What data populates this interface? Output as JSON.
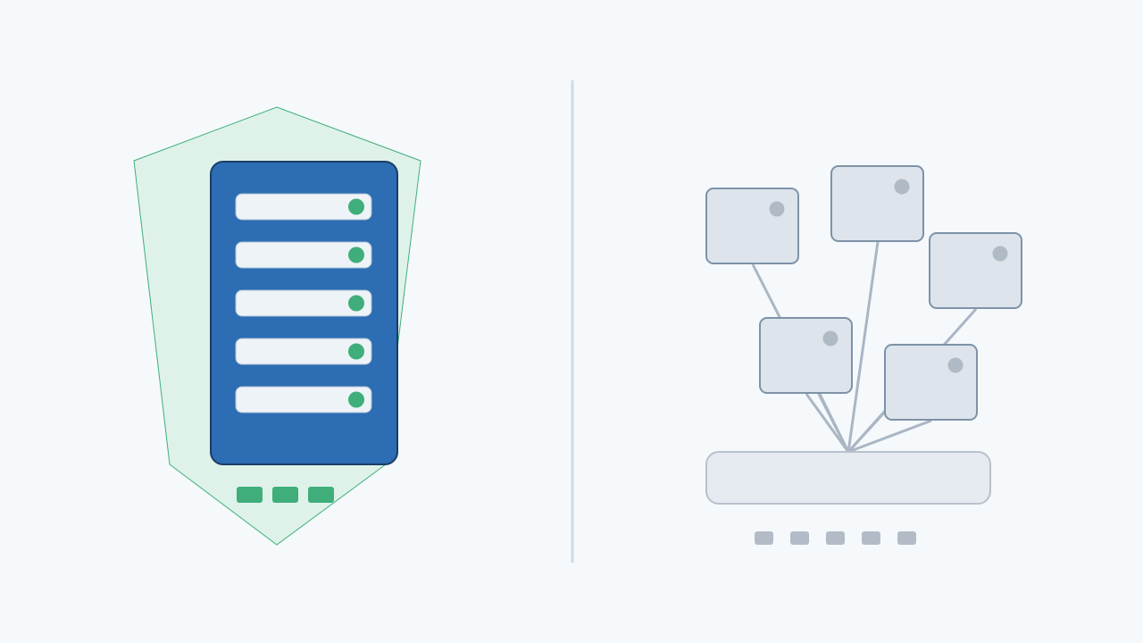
{
  "left_panel": {
    "concept": "secured-server",
    "colors": {
      "shield_fill": "#dff2ea",
      "shield_stroke": "#3fae7a",
      "server_body": "#2c6db3",
      "server_outline": "#1a3d66",
      "slot_fill": "#eef3f8",
      "status_led": "#3fae7a",
      "foot": "#3fae7a"
    },
    "slots": [
      {
        "status": "online"
      },
      {
        "status": "online"
      },
      {
        "status": "online"
      },
      {
        "status": "online"
      },
      {
        "status": "online"
      }
    ],
    "feet_count": 3
  },
  "divider": {
    "color": "#d0dbe5"
  },
  "right_panel": {
    "concept": "distributed-nodes",
    "colors": {
      "node_fill": "#dde4eb",
      "node_stroke": "#7e92a8",
      "node_dot": "#b0bac5",
      "link": "#aab6c3",
      "base_fill": "#e6ebf1",
      "base_stroke": "#b7c1cc",
      "indicator": "#b3bcc6"
    },
    "nodes": [
      {
        "id": "node-1"
      },
      {
        "id": "node-2"
      },
      {
        "id": "node-3"
      },
      {
        "id": "node-4"
      },
      {
        "id": "node-5"
      }
    ],
    "indicator_count": 5
  }
}
